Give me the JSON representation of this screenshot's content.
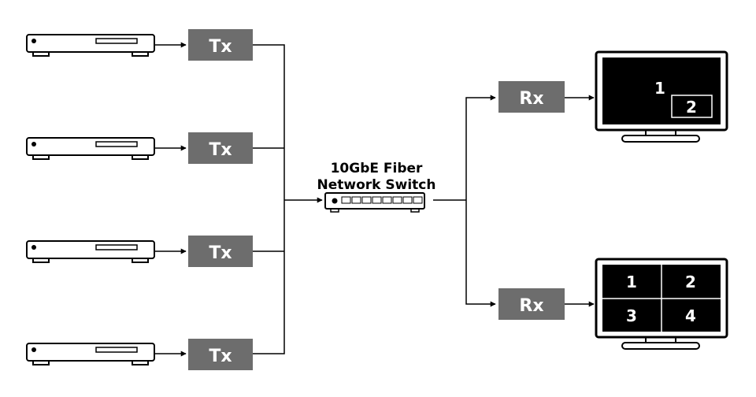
{
  "transmitters": [
    {
      "label": "Tx"
    },
    {
      "label": "Tx"
    },
    {
      "label": "Tx"
    },
    {
      "label": "Tx"
    }
  ],
  "switch": {
    "label_line1": "10GbE Fiber",
    "label_line2": "Network Switch"
  },
  "receivers": [
    {
      "label": "Rx"
    },
    {
      "label": "Rx"
    }
  ],
  "display_top": {
    "main_label": "1",
    "pip_label": "2"
  },
  "display_bottom": {
    "quadrants": [
      "1",
      "2",
      "3",
      "4"
    ]
  },
  "colors": {
    "box_fill": "#6d6d6d",
    "box_text": "#ffffff",
    "line": "#000000",
    "screen": "#000000"
  }
}
